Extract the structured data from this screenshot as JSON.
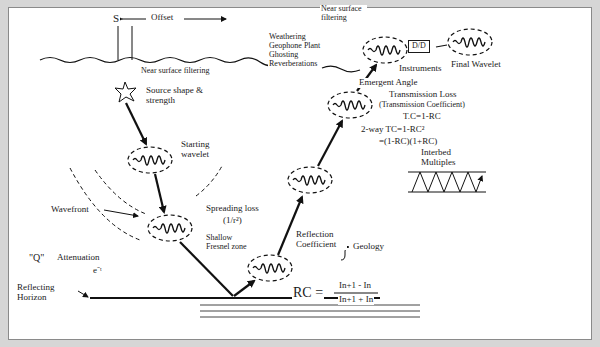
{
  "diagram": {
    "nodes": [
      {
        "text": [
          "D/D"
        ]
      }
    ],
    "labels": [
      "S",
      "Offset",
      "Near surface filtering",
      "Source shape & strength",
      "Starting wavelet",
      "Wavefront",
      "Spreading loss",
      "(1/r²)",
      "\"Q\"",
      "Attenuation",
      "e⁻ᵗ",
      "Reflecting Horizon",
      "Shallow Fresnel zone",
      "Reflection Coefficient",
      "Geology",
      "RC =",
      "In+1 - In",
      "In+1 + In",
      "Interbed Multiples",
      "2-way TC=1-RC²",
      "=(1-RC)(1+RC)",
      "Transmission Loss",
      "(Transmission Coefficient)",
      "T.C=1-RC",
      "Emergent Angle",
      "Near surface filtering",
      "Weathering",
      "Geophone Plant",
      "Ghosting",
      "Reverberations",
      "Instruments",
      "Final Wavelet"
    ]
  }
}
